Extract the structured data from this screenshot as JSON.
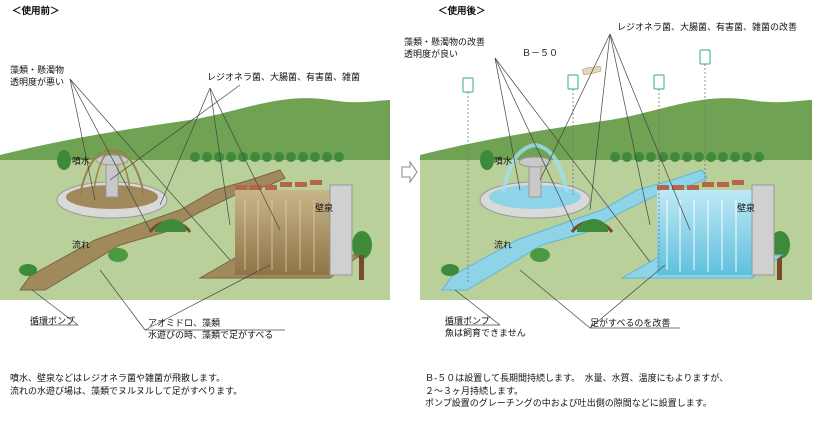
{
  "before": {
    "header": "＜使用前＞",
    "labels": {
      "algae_turbidity": [
        "藻類・懸濁物",
        "透明度が悪い"
      ],
      "bacteria": "レジオネラ菌、大腸菌、有害菌、雑菌",
      "fountain": "噴水",
      "wall_fountain": "壁泉",
      "stream": "流れ",
      "pump": "循環ポンプ",
      "algae_note": [
        "アオミドロ、藻類",
        "水遊びの時、藻類で足がすべる"
      ]
    },
    "caption": [
      "噴水、壁泉などはレジオネラ菌や雑菌が飛散します。",
      "流れの水遊び場は、藻類でヌルヌルして足がすべります。"
    ]
  },
  "after": {
    "header": "＜使用後＞",
    "labels": {
      "algae_turbidity": [
        "藻類・懸濁物の改善",
        "透明度が良い"
      ],
      "b50": "Ｂ－５０",
      "bacteria": "レジオネラ菌、大腸菌、有害菌、雑菌の改善",
      "fountain": "噴水",
      "wall_fountain": "壁泉",
      "stream": "流れ",
      "pump": [
        "循環ポンプ",
        "魚は飼育できません"
      ],
      "slip": "足がすべるのを改善"
    },
    "caption": [
      "Ｂ-５０は設置して長期間持続します。　水量、水質、温度にもよりますが、",
      "２～３ヶ月持続します。",
      "ポンプ設置のグレーチングの中および吐出側の隙間などに設置します。"
    ]
  },
  "arrow_icon": "chevron-right-outline-icon",
  "colors": {
    "sky": "#ffffff",
    "hill": "#6fa253",
    "ground": "#b9d09a",
    "brick": "#b5654a",
    "dirty_water": "#a08a5c",
    "clean_water": "#8fd3e8"
  }
}
